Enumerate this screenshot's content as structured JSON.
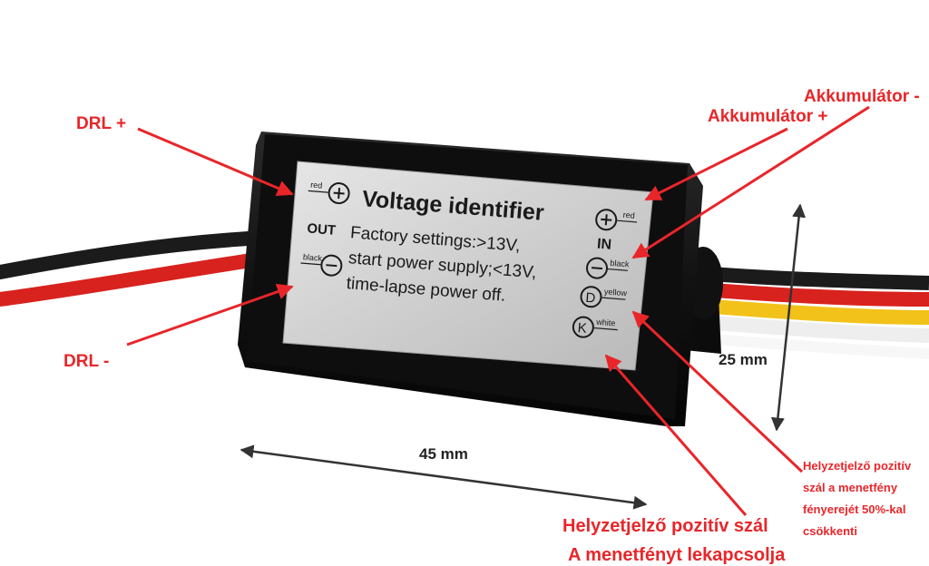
{
  "product": {
    "label_title": "Voltage identifier",
    "out_label": "OUT",
    "in_label": "IN",
    "description_lines": [
      "Factory settings:>13V,",
      "start power supply;<13V,",
      "time-lapse power off."
    ],
    "terminals": {
      "out_plus_wire": "red",
      "out_minus_wire": "black",
      "in_plus_wire": "red",
      "in_minus_wire": "black",
      "in_d_wire": "yellow",
      "in_k_wire": "white",
      "d_letter": "D",
      "k_letter": "K"
    }
  },
  "callouts": {
    "drl_plus": "DRL +",
    "drl_minus": "DRL -",
    "akkumulator_minus": "Akkumulátor -",
    "akkumulator_plus": "Akkumulátor +",
    "helyzetjelzo_50_lines": [
      "Helyzetjelző pozitív",
      "szál a menetfény",
      "fényerejét 50%-kal",
      "csökkenti"
    ],
    "helyzetjelzo_off_lines": [
      "Helyzetjelző pozitív szál",
      "A menetfényt lekapcsolja"
    ]
  },
  "dimensions": {
    "width": "45 mm",
    "height": "25 mm"
  },
  "colors": {
    "callout_red": "#e8262a",
    "wire_red": "#d8221e",
    "wire_black": "#1b1b1b",
    "wire_yellow": "#f2c21a",
    "wire_white": "#eeeeee",
    "housing": "#161616",
    "label_silver": "#cfcfcf"
  }
}
